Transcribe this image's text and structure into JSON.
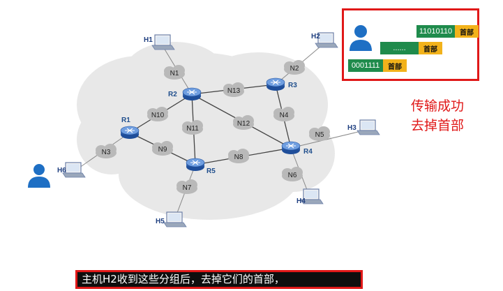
{
  "network": {
    "hosts": [
      {
        "id": "H1",
        "label": "H1"
      },
      {
        "id": "H2",
        "label": "H2"
      },
      {
        "id": "H3",
        "label": "H3"
      },
      {
        "id": "H4",
        "label": "H4"
      },
      {
        "id": "H5",
        "label": "H5"
      },
      {
        "id": "H6",
        "label": "H6"
      }
    ],
    "routers": [
      {
        "id": "R1",
        "label": "R1"
      },
      {
        "id": "R2",
        "label": "R2"
      },
      {
        "id": "R3",
        "label": "R3"
      },
      {
        "id": "R4",
        "label": "R4"
      },
      {
        "id": "R5",
        "label": "R5"
      }
    ],
    "networks": [
      {
        "id": "N1",
        "label": "N1"
      },
      {
        "id": "N2",
        "label": "N2"
      },
      {
        "id": "N3",
        "label": "N3"
      },
      {
        "id": "N4",
        "label": "N4"
      },
      {
        "id": "N5",
        "label": "N5"
      },
      {
        "id": "N6",
        "label": "N6"
      },
      {
        "id": "N7",
        "label": "N7"
      },
      {
        "id": "N8",
        "label": "N8"
      },
      {
        "id": "N9",
        "label": "N9"
      },
      {
        "id": "N10",
        "label": "N10"
      },
      {
        "id": "N11",
        "label": "N11"
      },
      {
        "id": "N12",
        "label": "N12"
      },
      {
        "id": "N13",
        "label": "N13"
      }
    ]
  },
  "inset": {
    "packets": [
      {
        "data": "11010110",
        "header": "首部"
      },
      {
        "data": "......",
        "header": "首部"
      },
      {
        "data": "0001111",
        "header": "首部"
      }
    ]
  },
  "status": {
    "line1": "传输成功",
    "line2": "去掉首部"
  },
  "caption": "主机H2收到这些分组后，去掉它们的首部，",
  "colors": {
    "highlight": "#e01818",
    "packet_data": "#1f8b4c",
    "packet_header": "#f2b21b",
    "router": "#2b6cb0",
    "user_icon": "#1e6fc4"
  }
}
